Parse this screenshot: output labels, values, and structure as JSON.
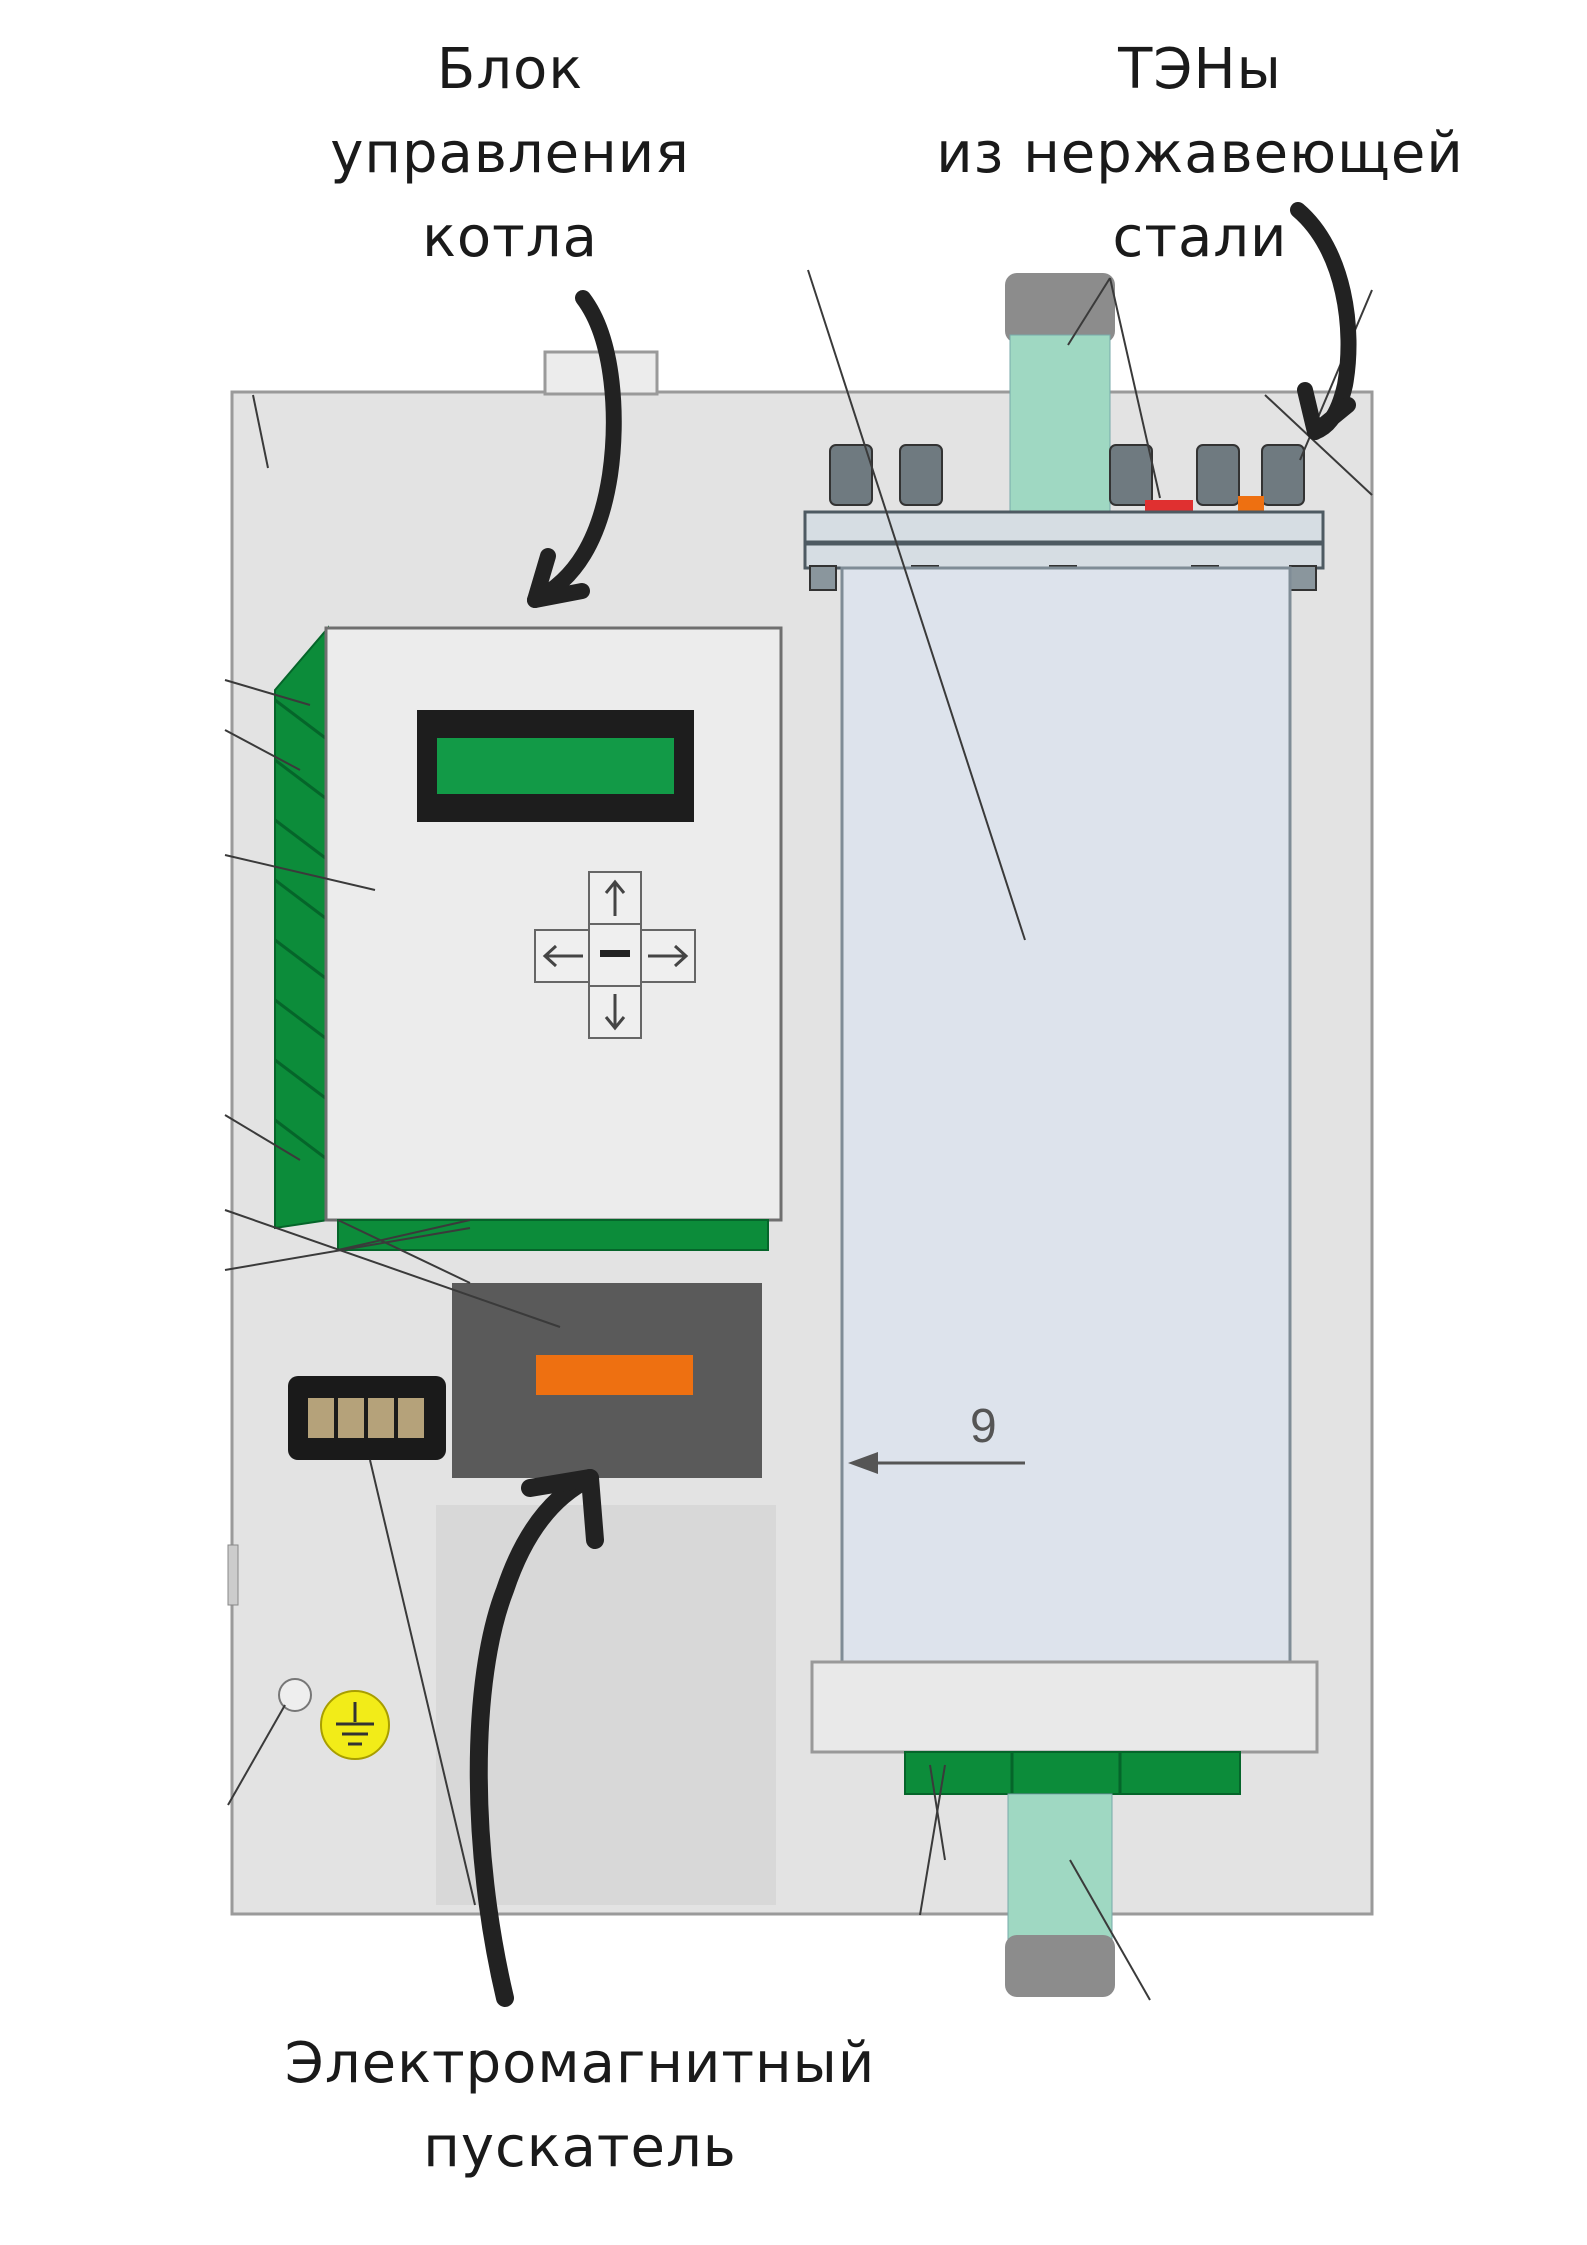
{
  "labels": {
    "control_unit": [
      "Блок",
      "управления",
      "котла"
    ],
    "heating_elements": [
      "ТЭНы",
      "из нержавеющей",
      "стали"
    ],
    "contactor": [
      "Электромагнитный",
      "пускатель"
    ]
  },
  "dimension_marker": "9",
  "colors": {
    "panel": "#e3e3e3",
    "tank": "#dde3ec",
    "green": "#0c8c3a",
    "display": "#129a47",
    "mint": "#9fd8c2",
    "contactor_body": "#5a5a5a",
    "indicator": "#ee7011",
    "ground_symbol": "#f2ec18",
    "arrow": "#222222"
  },
  "icons": [
    "arrow-left-icon",
    "arrow-right-icon",
    "arrow-up-icon",
    "arrow-down-icon",
    "ground-icon"
  ]
}
